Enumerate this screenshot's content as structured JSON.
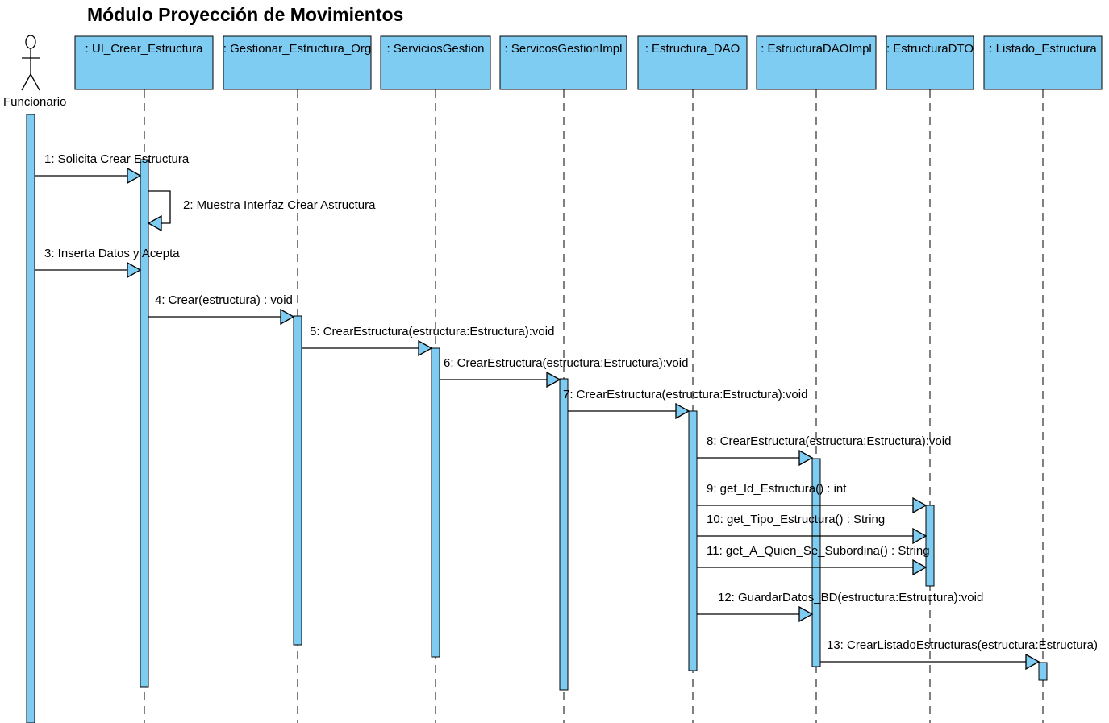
{
  "diagram": {
    "title": "Módulo Proyección de Movimientos",
    "actor": {
      "name": "Funcionario"
    },
    "lifelines": [
      {
        "id": "ui",
        "label": ": UI_Crear_Estructura"
      },
      {
        "id": "gest",
        "label": ": Gestionar_Estructura_Org"
      },
      {
        "id": "serv",
        "label": ": ServiciosGestion"
      },
      {
        "id": "servimpl",
        "label": ": ServicosGestionImpl"
      },
      {
        "id": "dao",
        "label": ": Estructura_DAO"
      },
      {
        "id": "daoimpl",
        "label": ": EstructuraDAOImpl"
      },
      {
        "id": "dto",
        "label": ": EstructuraDTO"
      },
      {
        "id": "listado",
        "label": ": Listado_Estructura"
      }
    ],
    "messages": [
      {
        "n": 1,
        "from": "actor",
        "to": "ui",
        "text": "1: Solicita Crear Estructura"
      },
      {
        "n": 2,
        "from": "ui",
        "to": "ui",
        "text": "2: Muestra Interfaz Crear Astructura",
        "self": true
      },
      {
        "n": 3,
        "from": "actor",
        "to": "ui",
        "text": "3: Inserta Datos y Acepta"
      },
      {
        "n": 4,
        "from": "ui",
        "to": "gest",
        "text": "4: Crear(estructura) : void"
      },
      {
        "n": 5,
        "from": "gest",
        "to": "serv",
        "text": "5: CrearEstructura(estructura:Estructura):void"
      },
      {
        "n": 6,
        "from": "serv",
        "to": "servimpl",
        "text": "6: CrearEstructura(estructura:Estructura):void"
      },
      {
        "n": 7,
        "from": "servimpl",
        "to": "dao",
        "text": "7: CrearEstructura(estructura:Estructura):void"
      },
      {
        "n": 8,
        "from": "dao",
        "to": "daoimpl",
        "text": "8: CrearEstructura(estructura:Estructura):void"
      },
      {
        "n": 9,
        "from": "dao",
        "to": "dto",
        "text": "9: get_Id_Estructura() : int"
      },
      {
        "n": 10,
        "from": "dao",
        "to": "dto",
        "text": "10: get_Tipo_Estructura() : String"
      },
      {
        "n": 11,
        "from": "dao",
        "to": "dto",
        "text": "11: get_A_Quien_Se_Subordina() : String"
      },
      {
        "n": 12,
        "from": "dao",
        "to": "daoimpl",
        "text": "12: GuardarDatos_BD(estructura:Estructura):void"
      },
      {
        "n": 13,
        "from": "daoimpl",
        "to": "listado",
        "text": "13: CrearListadoEstructuras(estructura:Estructura)"
      }
    ],
    "colors": {
      "box_fill": "#7FCCF2",
      "line": "#000000"
    }
  }
}
